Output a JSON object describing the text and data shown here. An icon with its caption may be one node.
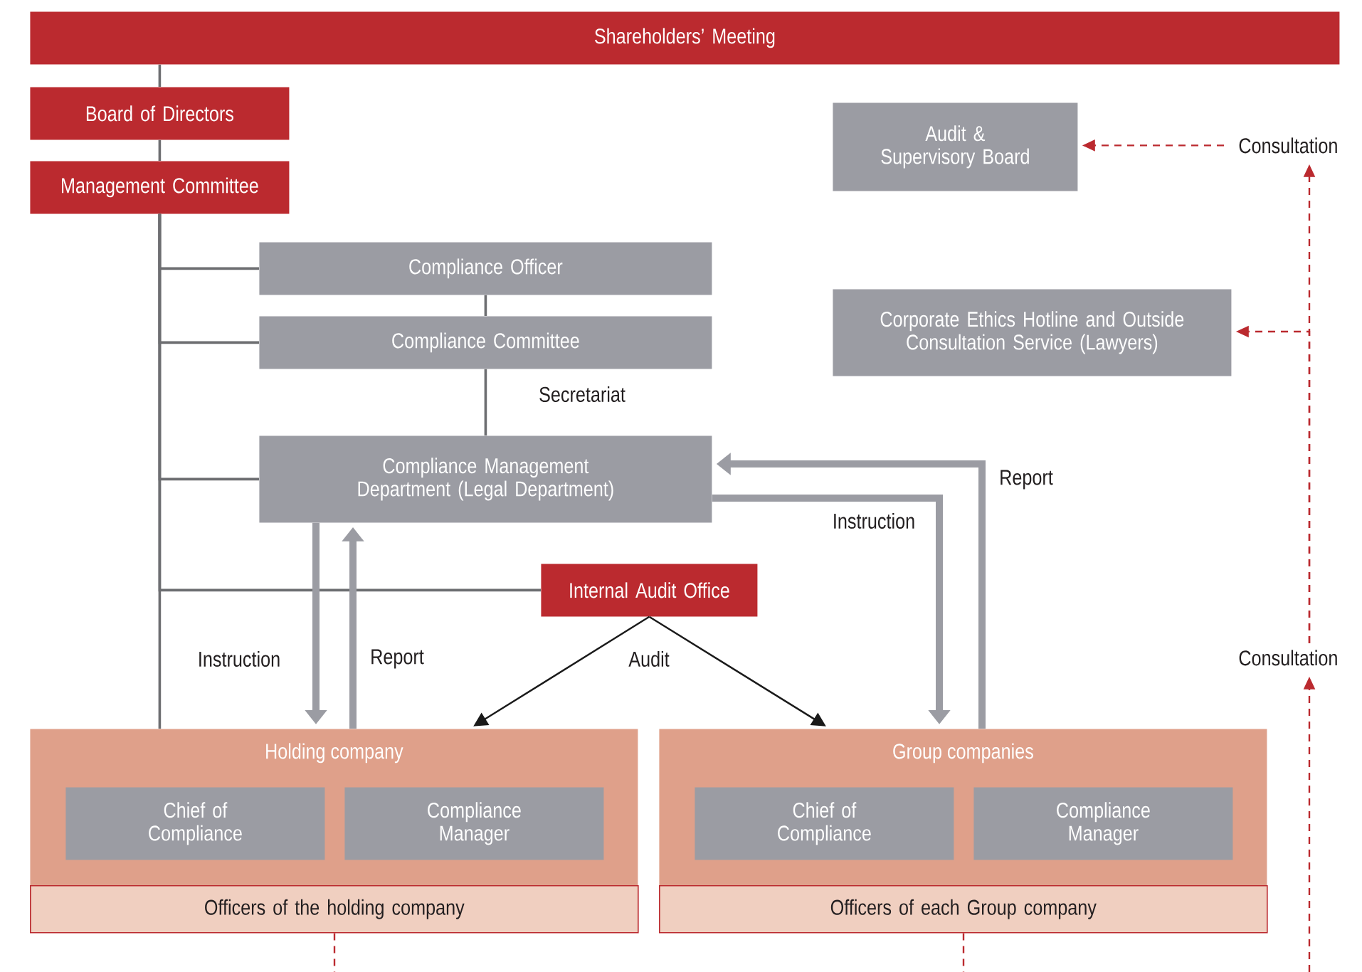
{
  "diagram": {
    "nodes": [
      {
        "text": [
          "Shareholders’ Meeting"
        ]
      },
      {
        "text": [
          "Board of Directors"
        ]
      },
      {
        "text": [
          "Management Committee"
        ]
      },
      {
        "text": [
          "Audit & Supervisory Board"
        ]
      },
      {
        "text": [
          "Compliance Officer"
        ]
      },
      {
        "text": [
          "Compliance Committee"
        ]
      },
      {
        "text": [
          "Corporate Ethics Hotline and Outside Consultation Service (Lawyers)"
        ]
      },
      {
        "text": [
          "Compliance Management Department (Legal Department)"
        ]
      },
      {
        "text": [
          "Internal Audit Office"
        ]
      },
      {
        "text": [
          "Holding company"
        ]
      },
      {
        "text": [
          "Chief of Compliance"
        ],
        "in": 9
      },
      {
        "text": [
          "Compliance Manager"
        ],
        "in": 9
      },
      {
        "text": [
          "Officers of the holding company"
        ]
      },
      {
        "text": [
          "Group companies"
        ]
      },
      {
        "text": [
          "Chief of Compliance"
        ],
        "in": 13
      },
      {
        "text": [
          "Compliance Manager"
        ],
        "in": 13
      },
      {
        "text": [
          "Officers of each Group company"
        ]
      },
      {
        "text": [
          "Consultation"
        ]
      },
      {
        "text": [
          "Consultation"
        ]
      }
    ],
    "edges": [
      {
        "from": 0,
        "to": 1,
        "arrow": "none"
      },
      {
        "from": 1,
        "to": 2,
        "arrow": "none"
      },
      {
        "from": 2,
        "to": 4,
        "arrow": "none"
      },
      {
        "from": 2,
        "to": 5,
        "arrow": "none"
      },
      {
        "from": 2,
        "to": 7,
        "arrow": "none"
      },
      {
        "from": 2,
        "to": 8,
        "arrow": "none"
      },
      {
        "from": 2,
        "to": 9,
        "arrow": "none"
      },
      {
        "from": 4,
        "to": 5,
        "arrow": "none"
      },
      {
        "from": 5,
        "to": 7,
        "arrow": "none",
        "label": "Secretariat"
      },
      {
        "from": 7,
        "to": 9,
        "arrow": "to",
        "label": "Instruction",
        "style": "thick",
        "color": "#9b9ca3"
      },
      {
        "from": 9,
        "to": 7,
        "arrow": "to",
        "label": "Report",
        "style": "thick",
        "color": "#9b9ca3"
      },
      {
        "from": 7,
        "to": 13,
        "arrow": "to",
        "label": "Instruction",
        "style": "thick",
        "color": "#9b9ca3"
      },
      {
        "from": 13,
        "to": 7,
        "arrow": "to",
        "label": "Report",
        "style": "thick",
        "color": "#9b9ca3"
      },
      {
        "from": 8,
        "to": 9,
        "arrow": "to",
        "label": "Audit",
        "color": "#1a1a1a"
      },
      {
        "from": 8,
        "to": 13,
        "arrow": "to",
        "color": "#1a1a1a"
      },
      {
        "from": 17,
        "to": 3,
        "arrow": "to",
        "style": "dashed",
        "color": "#bb2a2f"
      },
      {
        "from": 18,
        "to": 17,
        "arrow": "to",
        "style": "dashed",
        "color": "#bb2a2f"
      },
      {
        "from": 18,
        "to": 6,
        "arrow": "to",
        "style": "dashed",
        "color": "#bb2a2f"
      },
      {
        "from": null,
        "to": 18,
        "arrow": "to",
        "style": "dashed",
        "color": "#bb2a2f"
      },
      {
        "from": 12,
        "to": null,
        "arrow": "none",
        "style": "dashed",
        "color": "#bb2a2f"
      },
      {
        "from": 16,
        "to": null,
        "arrow": "none",
        "style": "dashed",
        "color": "#bb2a2f"
      }
    ]
  }
}
